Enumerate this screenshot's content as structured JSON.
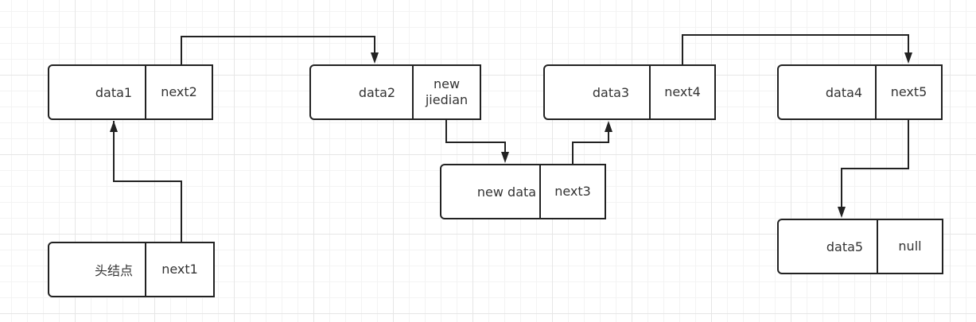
{
  "nodes": {
    "head": {
      "data": "头结点",
      "next": "next1"
    },
    "n1": {
      "data": "data1",
      "next": "next2"
    },
    "n2": {
      "data": "data2",
      "next": "new\njiedian"
    },
    "n3": {
      "data": "data3",
      "next": "next4"
    },
    "n4": {
      "data": "data4",
      "next": "next5"
    },
    "new": {
      "data": "new data",
      "next": "next3"
    },
    "n5": {
      "data": "data5",
      "next": "null"
    }
  },
  "colors": {
    "stroke": "#222222",
    "text": "#333333",
    "grid_major": "#e6e6e6",
    "grid_minor": "#f3f3f3"
  }
}
